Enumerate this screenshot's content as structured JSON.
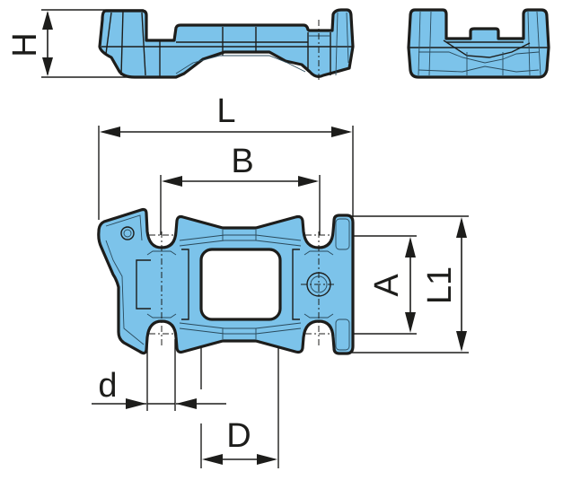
{
  "drawing": {
    "type": "technical-dimension-drawing",
    "part_color": "#7cc3ea",
    "line_color": "#1d1d1b",
    "views": {
      "side_view": {
        "name": "side elevation"
      },
      "end_view": {
        "name": "end elevation"
      },
      "top_view": {
        "name": "plan view"
      }
    },
    "dimensions": {
      "height": {
        "label": "H"
      },
      "length": {
        "label": "L"
      },
      "pitch": {
        "label": "B"
      },
      "inner_width": {
        "label": "A"
      },
      "outer_width": {
        "label": "L1"
      },
      "small_diameter": {
        "label": "d"
      },
      "large_diameter": {
        "label": "D"
      }
    }
  }
}
